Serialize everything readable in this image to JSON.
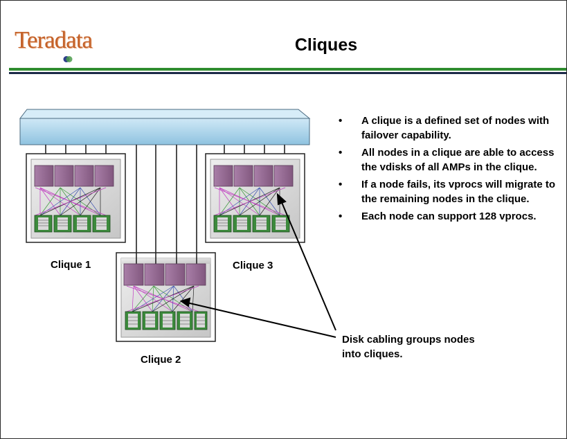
{
  "header": {
    "title": "Cliques",
    "logo_text": "Teradata"
  },
  "diagram": {
    "cliques": [
      {
        "label": "Clique 1",
        "nodes": 4
      },
      {
        "label": "Clique 2",
        "nodes": 4
      },
      {
        "label": "Clique 3",
        "nodes": 4
      }
    ],
    "callout": "Disk cabling groups nodes into cliques.",
    "colors": {
      "interconnect": "#a9d3ea",
      "node": "#9a7099",
      "disk": "#3c8a3c",
      "panel": "#dcdcdc"
    }
  },
  "bullets": [
    "A clique is a defined set of nodes with failover capability.",
    "All nodes in a clique are able to access the vdisks of all AMPs in the clique.",
    "If a node fails, its vprocs will migrate to the remaining nodes in the clique.",
    "Each node can support 128 vprocs."
  ],
  "bullet_marker": "•"
}
